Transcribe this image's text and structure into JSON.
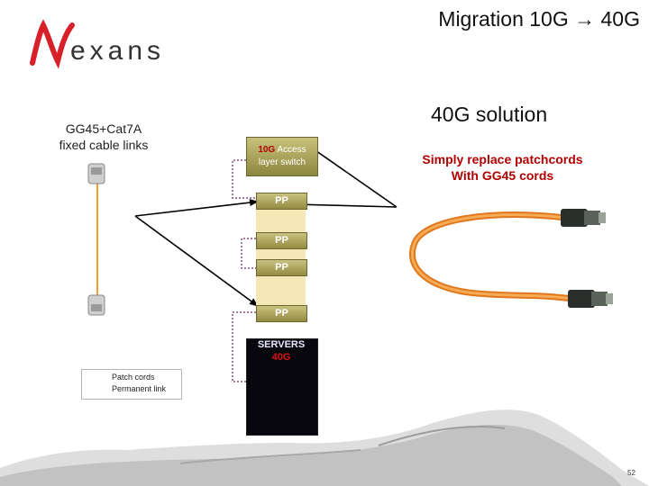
{
  "slide": {
    "title": "Migration 10G → 40G",
    "logo_text": "exans",
    "solution_title": "40G solution",
    "left_title_line1": "GG45+Cat7A",
    "left_title_line2": "fixed cable links",
    "instruction_line1": "Simply replace patchcords",
    "instruction_line2": "With GG45 cords",
    "page_number": "52"
  },
  "diagram": {
    "switch_label_red": "10G",
    "switch_label_rest": "Access",
    "switch_label_line2": "layer switch",
    "patch_panels": [
      "PP",
      "PP",
      "PP",
      "PP"
    ],
    "servers_label": "SERVERS",
    "servers_count": "40G"
  },
  "legend": {
    "patch_cords": "Patch cords",
    "permanent_link": "Permanent link"
  },
  "colors": {
    "logo_red": "#d8202a",
    "accent_red": "#b10000",
    "cable_orange": "#f0a030",
    "patch_purple": "#8a4a7a"
  }
}
